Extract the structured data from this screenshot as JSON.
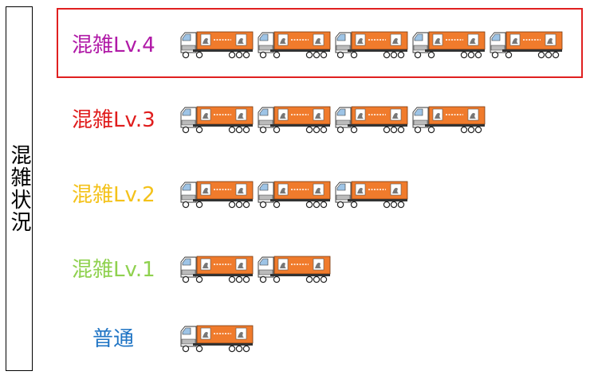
{
  "side_label": "混雑状況",
  "levels": [
    {
      "label": "混雑Lv.4",
      "color": "#b01aa7",
      "truck_count": 5,
      "highlighted": true
    },
    {
      "label": "混雑Lv.3",
      "color": "#e01d1d",
      "truck_count": 4,
      "highlighted": false
    },
    {
      "label": "混雑Lv.2",
      "color": "#f4c21a",
      "truck_count": 3,
      "highlighted": false
    },
    {
      "label": "混雑Lv.1",
      "color": "#8fd14f",
      "truck_count": 2,
      "highlighted": false
    },
    {
      "label": "普通",
      "color": "#1f74c4",
      "truck_count": 1,
      "highlighted": false
    }
  ],
  "highlight_color": "#e02020",
  "truck": {
    "body_color": "#f07b2c",
    "cab_color": "#ffffff",
    "icon": "truck-icon"
  }
}
